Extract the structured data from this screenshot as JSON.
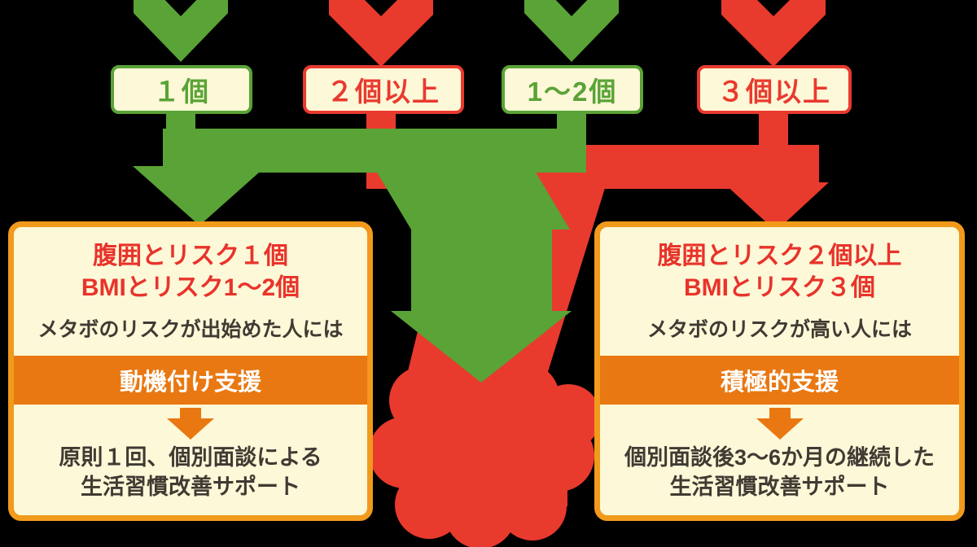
{
  "colors": {
    "green": "#5aa336",
    "red": "#e93a2e",
    "cream": "#fdf8d8",
    "card_border": "#f19a1b",
    "banner_orange": "#e97812",
    "text_dark": "#403a33",
    "text_red": "#e8332b",
    "bg": "#000000"
  },
  "top_labels": [
    {
      "text": "１個",
      "tone": "green"
    },
    {
      "text": "２個以上",
      "tone": "red"
    },
    {
      "text": "1〜2個",
      "tone": "green"
    },
    {
      "text": "３個以上",
      "tone": "red"
    }
  ],
  "cards": {
    "left": {
      "title_line1": "腹囲とリスク１個",
      "title_line2": "BMIとリスク1〜2個",
      "subtitle": "メタボのリスクが出始めた人には",
      "banner": "動機付け支援",
      "body_line1": "原則１回、個別面談による",
      "body_line2": "生活習慣改善サポート"
    },
    "right": {
      "title_line1": "腹囲とリスク２個以上",
      "title_line2": "BMIとリスク３個",
      "subtitle": "メタボのリスクが高い人には",
      "banner": "積極的支援",
      "body_line1": "個別面談後3〜6か月の継続した",
      "body_line2": "生活習慣改善サポート"
    }
  }
}
